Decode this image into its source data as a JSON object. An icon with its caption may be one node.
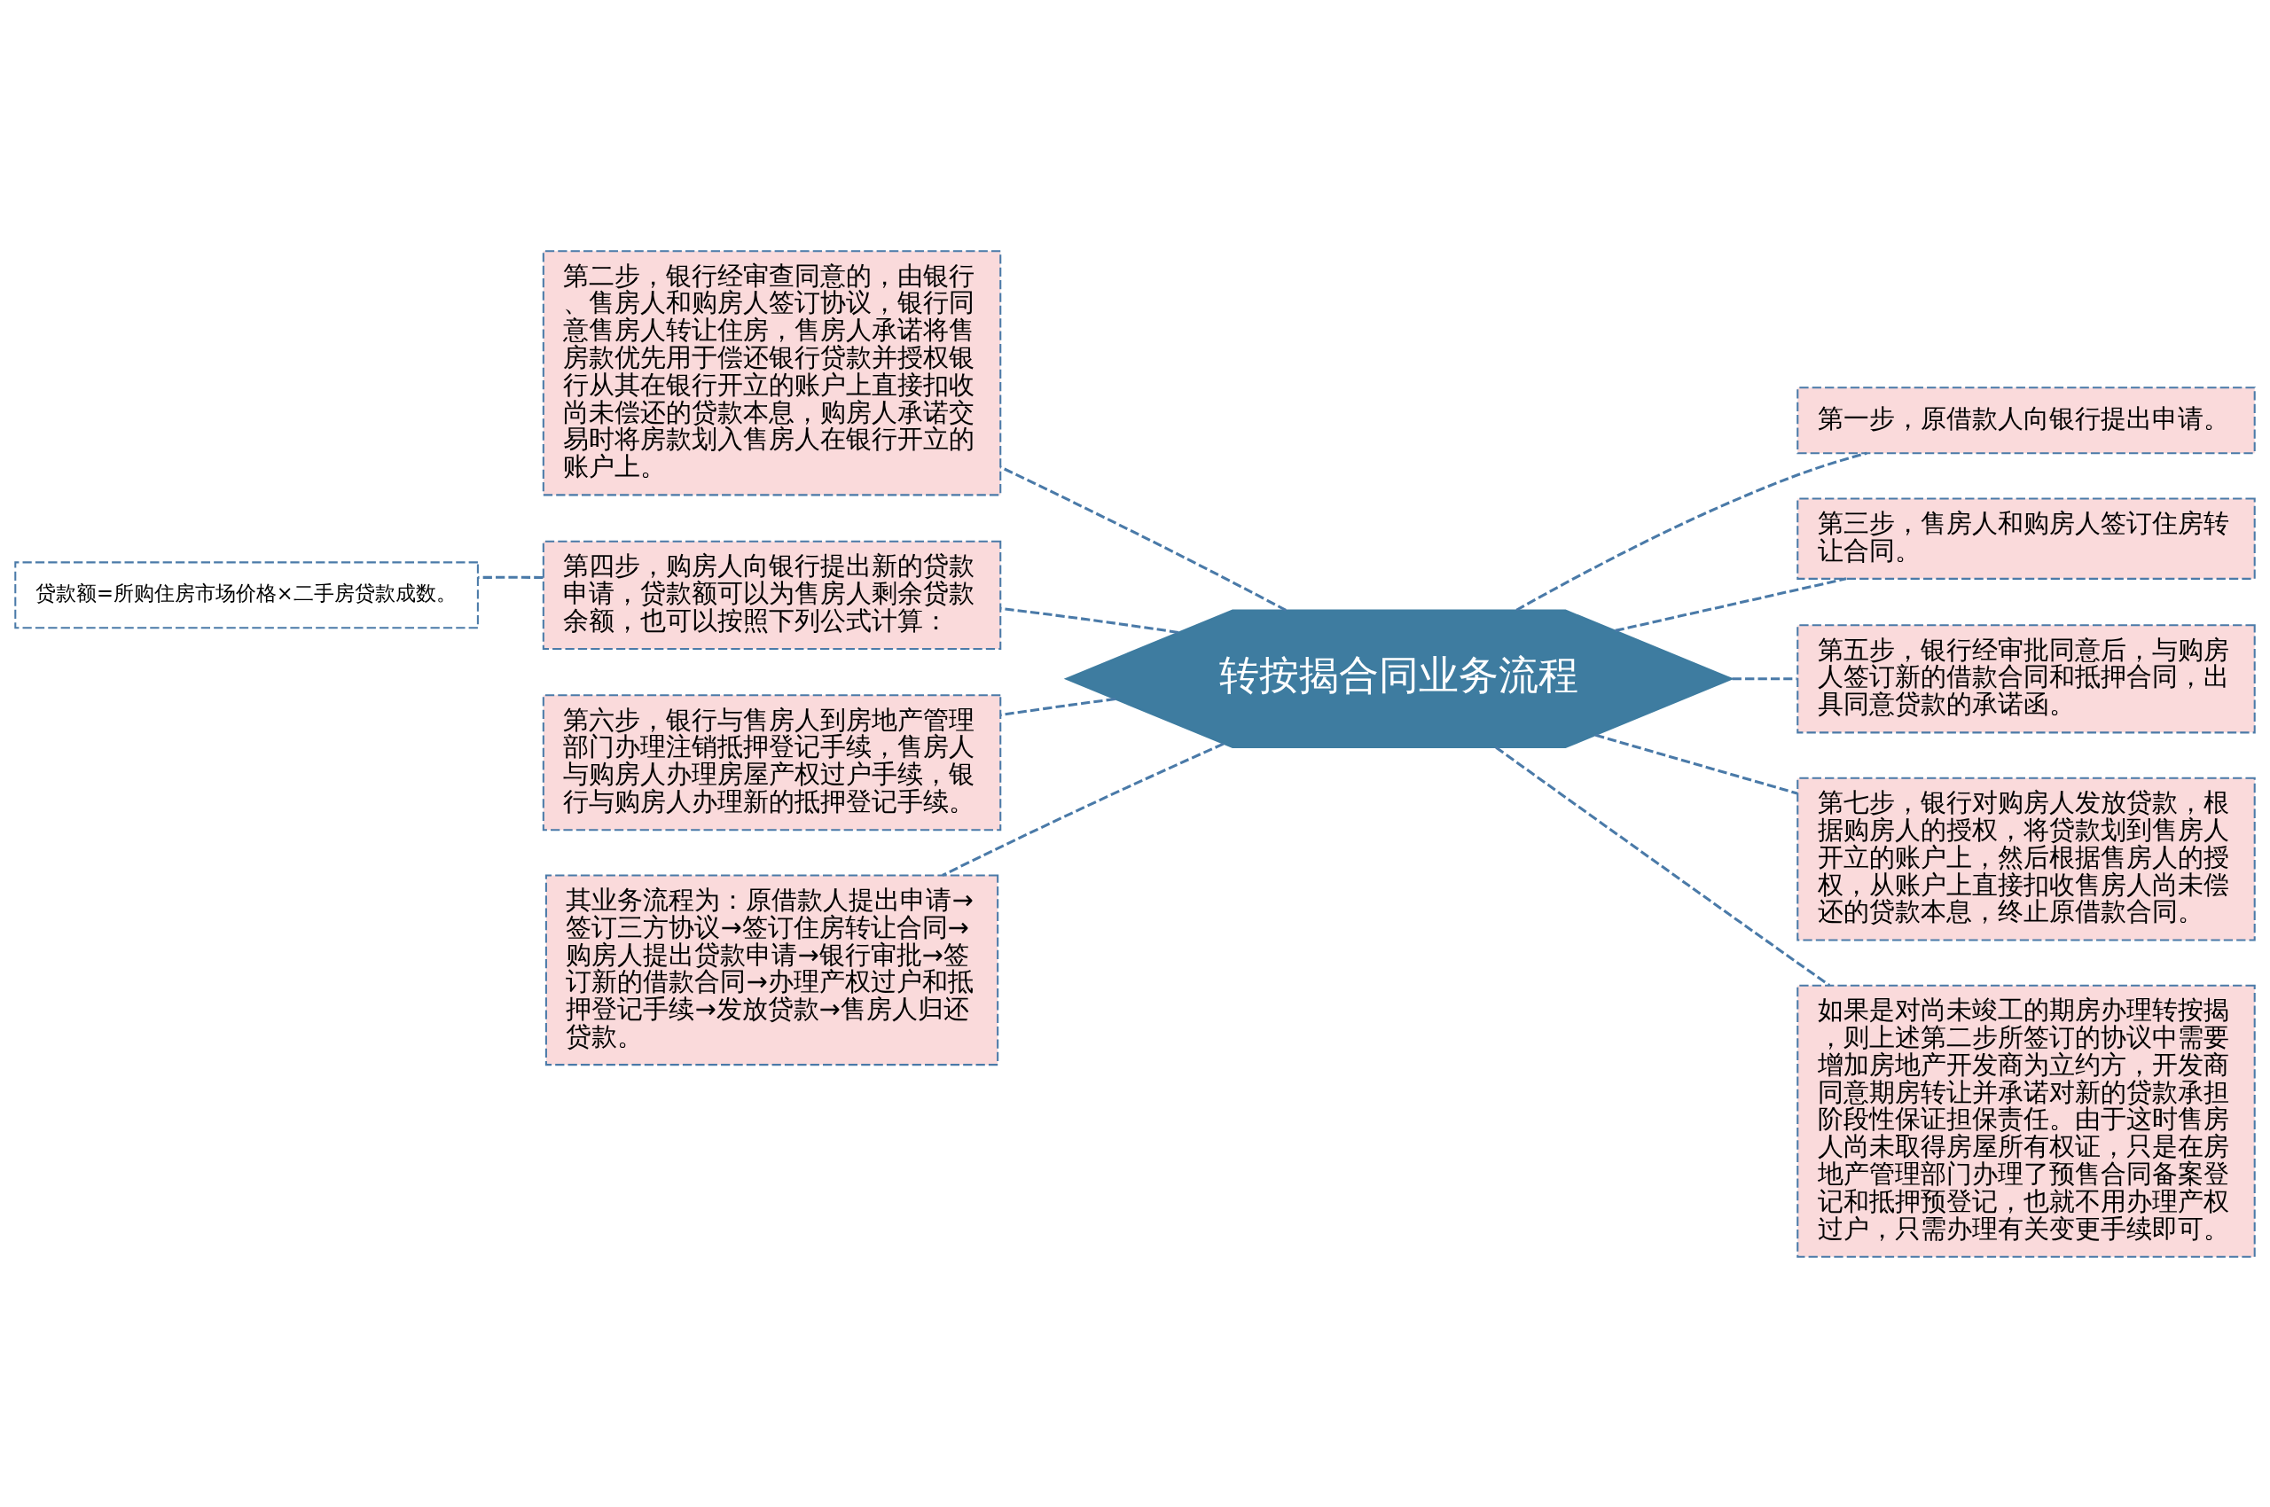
{
  "diagram": {
    "nodes": [
      {
        "text": [
          "转按揭合同业务流程"
        ]
      },
      {
        "text": [
          "第二步，银行经审查同意的，由银行、售房人和购房人签订协议，银行同意售房人转让住房，售房人承诺将售房款优先用于偿还银行贷款并授权银行从其在银行开立的账户上直接扣收尚未偿还的贷款本息，购房人承诺交易时将房款划入售房人在银行开立的账户上。"
        ]
      },
      {
        "text": [
          "第四步，购房人向银行提出新的贷款申请，贷款额可以为售房人剩余贷款余额，也可以按照下列公式计算："
        ]
      },
      {
        "text": [
          "贷款额=所购住房市场价格×二手房贷款成数。"
        ]
      },
      {
        "text": [
          "第六步，银行与售房人到房地产管理部门办理注销抵押登记手续，售房人与购房人办理房屋产权过户手续，银行与购房人办理新的抵押登记手续。"
        ]
      },
      {
        "text": [
          "其业务流程为：原借款人提出申请→签订三方协议→签订住房转让合同→购房人提出贷款申请→银行审批→签订新的借款合同→办理产权过户和抵押登记手续→发放贷款→售房人归还贷款。"
        ]
      },
      {
        "text": [
          "第一步，原借款人向银行提出申请。"
        ]
      },
      {
        "text": [
          "第三步，售房人和购房人签订住房转让合同。"
        ]
      },
      {
        "text": [
          "第五步，银行经审批同意后，与购房人签订新的借款合同和抵押合同，出具同意贷款的承诺函。"
        ]
      },
      {
        "text": [
          "第七步，银行对购房人发放贷款，根据购房人的授权，将贷款划到售房人开立的账户上，然后根据售房人的授权，从账户上直接扣收售房人尚未偿还的贷款本息，终止原借款合同。"
        ]
      },
      {
        "text": [
          "如果是对尚未竣工的期房办理转按揭，则上述第二步所签订的协议中需要增加房地产开发商为立约方，开发商同意期房转让并承诺对新的贷款承担阶段性保证担保责任。由于这时售房人尚未取得房屋所有权证，只是在房地产管理部门办理了预售合同备案登记和抵押预登记，也就不用办理产权过户，只需办理有关变更手续即可。"
        ]
      }
    ],
    "edges": [
      {
        "from": 0,
        "to": 1,
        "arrow": "none",
        "style": "dashed"
      },
      {
        "from": 0,
        "to": 2,
        "arrow": "none",
        "style": "dashed"
      },
      {
        "from": 2,
        "to": 3,
        "arrow": "none",
        "style": "dashed"
      },
      {
        "from": 0,
        "to": 4,
        "arrow": "none",
        "style": "dashed"
      },
      {
        "from": 0,
        "to": 5,
        "arrow": "none",
        "style": "dashed"
      },
      {
        "from": 0,
        "to": 6,
        "arrow": "none",
        "style": "dashed"
      },
      {
        "from": 0,
        "to": 7,
        "arrow": "none",
        "style": "dashed"
      },
      {
        "from": 0,
        "to": 8,
        "arrow": "none",
        "style": "dashed"
      },
      {
        "from": 0,
        "to": 9,
        "arrow": "none",
        "style": "dashed"
      },
      {
        "from": 0,
        "to": 10,
        "arrow": "none",
        "style": "dashed"
      }
    ]
  }
}
